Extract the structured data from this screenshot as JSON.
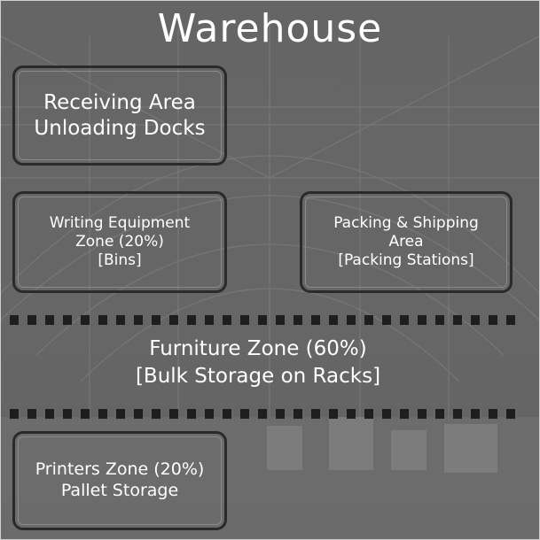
{
  "title": "Warehouse",
  "zones": {
    "receiving": {
      "line1": "Receiving Area",
      "line2": "Unloading Docks"
    },
    "writing": {
      "line1": "Writing Equipment",
      "line2": "Zone (20%)",
      "line3": "[Bins]"
    },
    "packing": {
      "line1": "Packing & Shipping",
      "line2": "Area",
      "line3": "[Packing Stations]"
    },
    "furniture": {
      "line1": "Furniture Zone (60%)",
      "line2": "[Bulk Storage on Racks]"
    },
    "printers": {
      "line1": "Printers Zone (20%)",
      "line2": "Pallet Storage"
    }
  },
  "colors": {
    "text": "#ffffff",
    "border": "#2a2a2a",
    "background": "#6b6b6b"
  }
}
